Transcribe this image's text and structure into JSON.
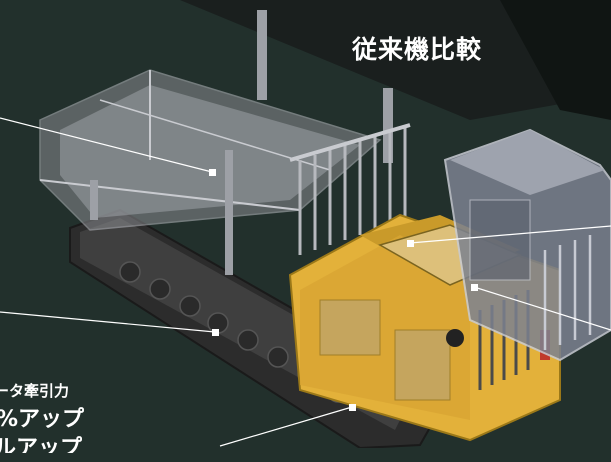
{
  "header": {
    "title": "従来機比較"
  },
  "callouts": {
    "traction": {
      "line1": "ータ牽引力",
      "line2": "%アップ",
      "line3": "ルアップ"
    }
  },
  "colors": {
    "background": "#22302c",
    "body_yellow": "#e3b13a",
    "track": "#3a3a3a",
    "cab_frame": "#8c8f99",
    "leader_line": "#ffffff"
  }
}
